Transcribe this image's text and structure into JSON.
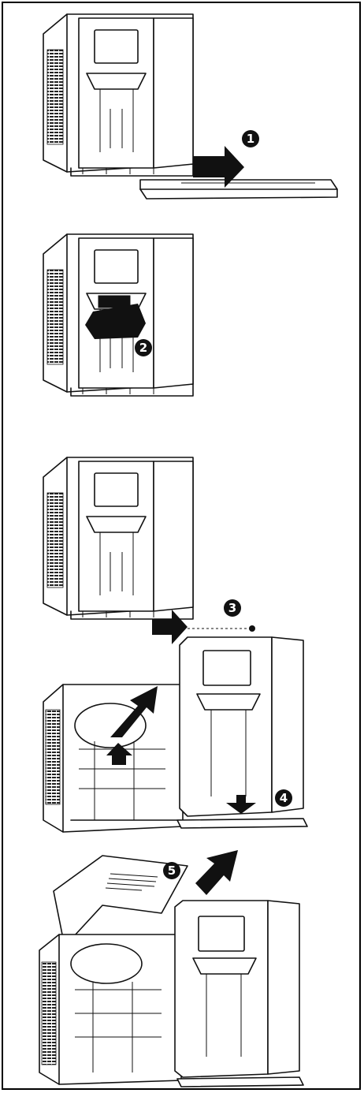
{
  "steps": [
    {
      "number": "1"
    },
    {
      "number": "2"
    },
    {
      "number": "3"
    },
    {
      "number": "4"
    },
    {
      "number": "5"
    }
  ]
}
